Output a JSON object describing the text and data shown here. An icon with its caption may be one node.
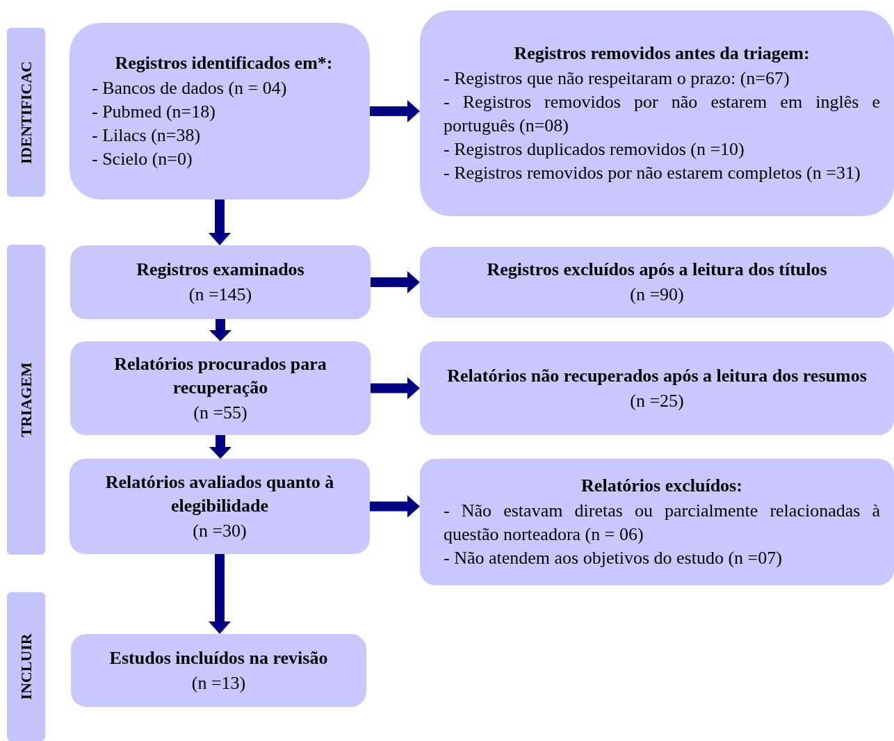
{
  "diagram": {
    "nodes": [
      {
        "text": [
          "IDENTIFICAC"
        ]
      },
      {
        "text": [
          "TRIAGEM"
        ]
      },
      {
        "text": [
          "INCLUIR"
        ]
      },
      {
        "text": [
          "Registros identificados em*:",
          "- Bancos de dados (n = 04)",
          "- Pubmed (n=18)",
          "- Lilacs (n=38)",
          "- Scielo (n=0)"
        ]
      },
      {
        "text": [
          "Registros removidos antes da triagem:",
          "- Registros que não respeitaram o prazo: (n=67)",
          "- Registros removidos por não estarem em inglês e português (n=08)",
          "- Registros duplicados removidos (n =10)",
          "- Registros removidos por não estarem completos (n =31)"
        ]
      },
      {
        "text": [
          "Registros examinados",
          "(n =145)"
        ]
      },
      {
        "text": [
          "Registros excluídos após a leitura dos títulos",
          "(n =90)"
        ]
      },
      {
        "text": [
          "Relatórios procurados para recuperação",
          "(n =55)"
        ]
      },
      {
        "text": [
          "Relatórios não recuperados após a leitura dos resumos",
          "(n =25)"
        ]
      },
      {
        "text": [
          "Relatórios avaliados quanto à elegibilidade",
          "(n =30)"
        ]
      },
      {
        "text": [
          "Relatórios excluídos:",
          "- Não estavam diretas ou parcialmente relacionadas à questão norteadora (n = 06)",
          "- Não atendem aos objetivos do estudo (n =07)"
        ]
      },
      {
        "text": [
          "Estudos incluídos na revisão",
          "(n =13)"
        ]
      }
    ],
    "edges": [
      {
        "from": 3,
        "to": 4,
        "arrow": "to",
        "style": "thick"
      },
      {
        "from": 3,
        "to": 5,
        "arrow": "to",
        "style": "thick"
      },
      {
        "from": 5,
        "to": 6,
        "arrow": "to",
        "style": "thick"
      },
      {
        "from": 5,
        "to": 7,
        "arrow": "to",
        "style": "thick"
      },
      {
        "from": 7,
        "to": 8,
        "arrow": "to",
        "style": "thick"
      },
      {
        "from": 7,
        "to": 9,
        "arrow": "to",
        "style": "thick"
      },
      {
        "from": 9,
        "to": 10,
        "arrow": "to",
        "style": "thick"
      },
      {
        "from": 9,
        "to": 11,
        "arrow": "to",
        "style": "thick"
      }
    ]
  }
}
